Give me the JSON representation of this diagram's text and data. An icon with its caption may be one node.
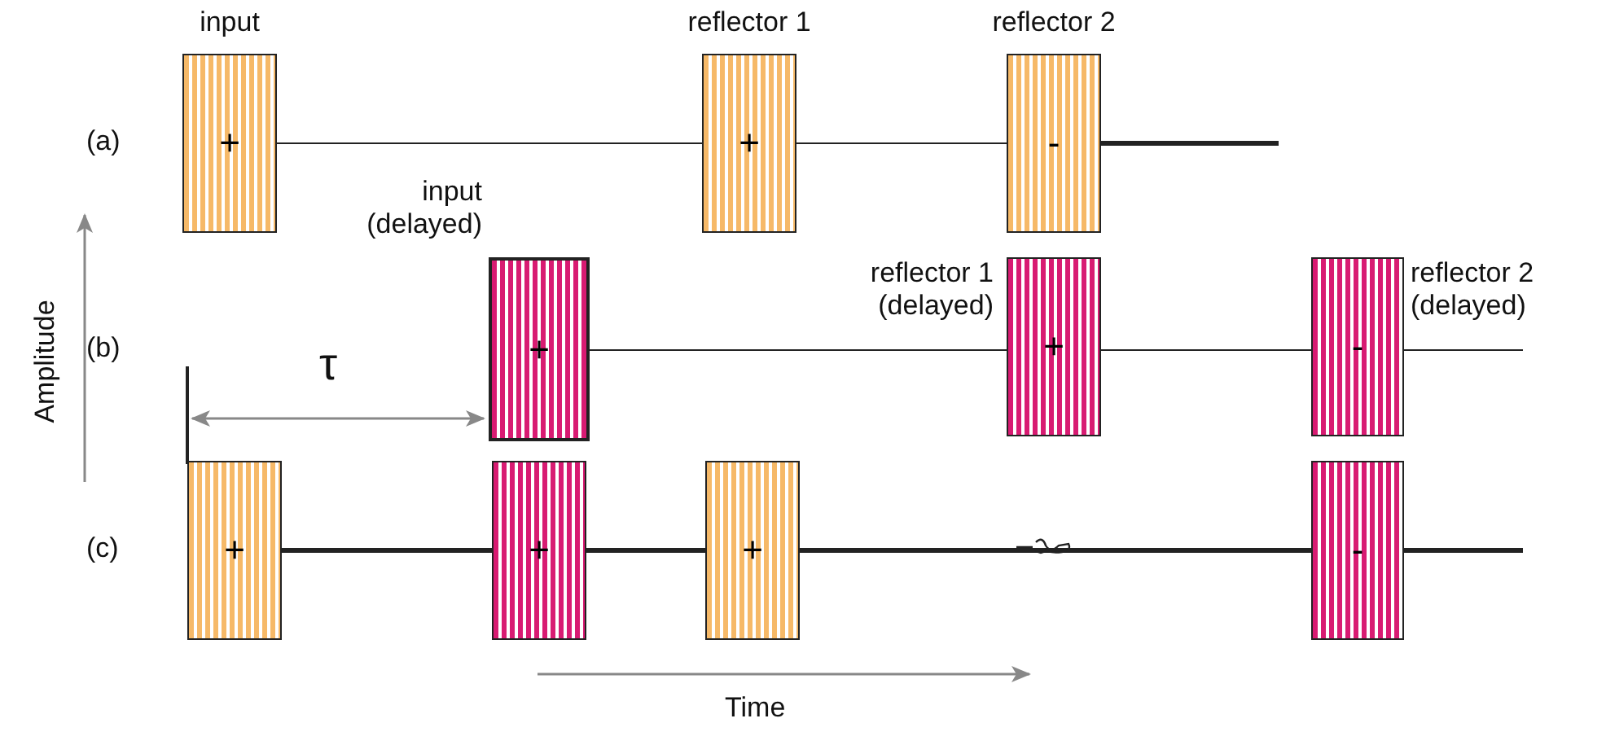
{
  "diagram": {
    "nodes": [
      {
        "text": [
          "+"
        ],
        "beside": [
          "input"
        ]
      },
      {
        "text": [
          "+"
        ],
        "beside": [
          "reflector 1"
        ]
      },
      {
        "text": [
          "-"
        ],
        "beside": [
          "reflector 2"
        ]
      },
      {
        "text": [
          "+"
        ],
        "beside": [
          "input (delayed)"
        ]
      },
      {
        "text": [
          "+"
        ],
        "beside": [
          "reflector 1 (delayed)"
        ]
      },
      {
        "text": [
          "-"
        ],
        "beside": [
          "reflector 2 (delayed)"
        ]
      },
      {
        "text": [
          "+"
        ]
      },
      {
        "text": [
          "+"
        ]
      },
      {
        "text": [
          "+"
        ]
      },
      {
        "text": [
          "-"
        ]
      }
    ],
    "edges": [
      {
        "from": 0,
        "to": 1,
        "arrow": "none"
      },
      {
        "from": 1,
        "to": 2,
        "arrow": "none"
      },
      {
        "from": 2,
        "to": null,
        "arrow": "none",
        "style": "thick"
      },
      {
        "from": 3,
        "to": 4,
        "arrow": "none"
      },
      {
        "from": 4,
        "to": 5,
        "arrow": "none"
      },
      {
        "from": 5,
        "to": null,
        "arrow": "none"
      },
      {
        "from": 6,
        "to": 7,
        "arrow": "none",
        "style": "thick"
      },
      {
        "from": 7,
        "to": 8,
        "arrow": "none",
        "style": "thick"
      },
      {
        "from": 8,
        "to": 9,
        "arrow": "none",
        "style": "thick"
      },
      {
        "from": 9,
        "to": null,
        "arrow": "none",
        "style": "thick"
      }
    ],
    "labels": [
      "(a)",
      "(b)",
      "(c)",
      "τ",
      "Amplitude",
      "Time"
    ]
  }
}
